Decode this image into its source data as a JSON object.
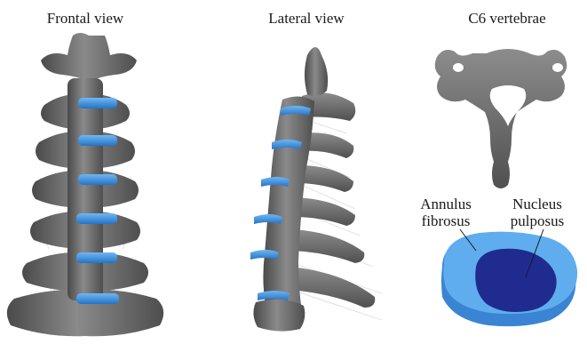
{
  "views": {
    "frontal": "Frontal view",
    "lateral": "Lateral view",
    "vertebra": "C6 vertebrae"
  },
  "disc_labels": {
    "annulus_line1": "Annulus",
    "annulus_line2": "fibrosus",
    "nucleus_line1": "Nucleus",
    "nucleus_line2": "pulposus"
  },
  "colors": {
    "bone": "#6e6e6e",
    "bone_dark": "#4a4a4a",
    "bone_light": "#9a9a9a",
    "disc": "#3c8fe0",
    "annulus": "#5aa9ea",
    "nucleus": "#1f2b8f",
    "ligament": "#c8c8c8"
  }
}
